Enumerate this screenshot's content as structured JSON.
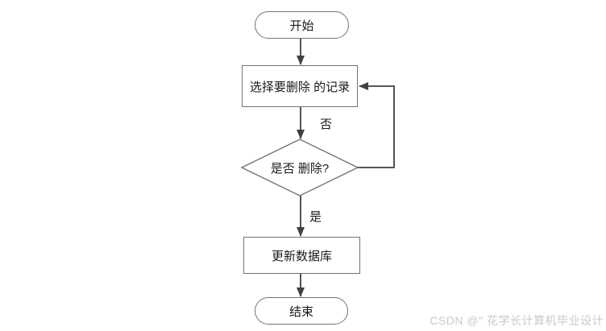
{
  "flowchart": {
    "nodes": {
      "start": {
        "label": "开始",
        "type": "terminator"
      },
      "select": {
        "label": "选择要删除 的记录",
        "type": "process"
      },
      "decision": {
        "label": "是否 删除?",
        "type": "decision"
      },
      "update": {
        "label": "更新数据库",
        "type": "process"
      },
      "end": {
        "label": "结束",
        "type": "terminator"
      }
    },
    "edge_labels": {
      "no": "否",
      "yes": "是"
    },
    "edges": [
      {
        "from": "start",
        "to": "select",
        "label": ""
      },
      {
        "from": "select",
        "to": "decision",
        "label": ""
      },
      {
        "from": "decision",
        "to": "select",
        "label": "否"
      },
      {
        "from": "decision",
        "to": "update",
        "label": "是"
      },
      {
        "from": "update",
        "to": "end",
        "label": ""
      }
    ],
    "colors": {
      "shape_border": "#737373",
      "connector": "#404040",
      "text": "#1a1a1a"
    }
  },
  "watermark": {
    "text": "CSDN @\" 花学长计算机毕业设计",
    "color": "#c9c9c9"
  }
}
